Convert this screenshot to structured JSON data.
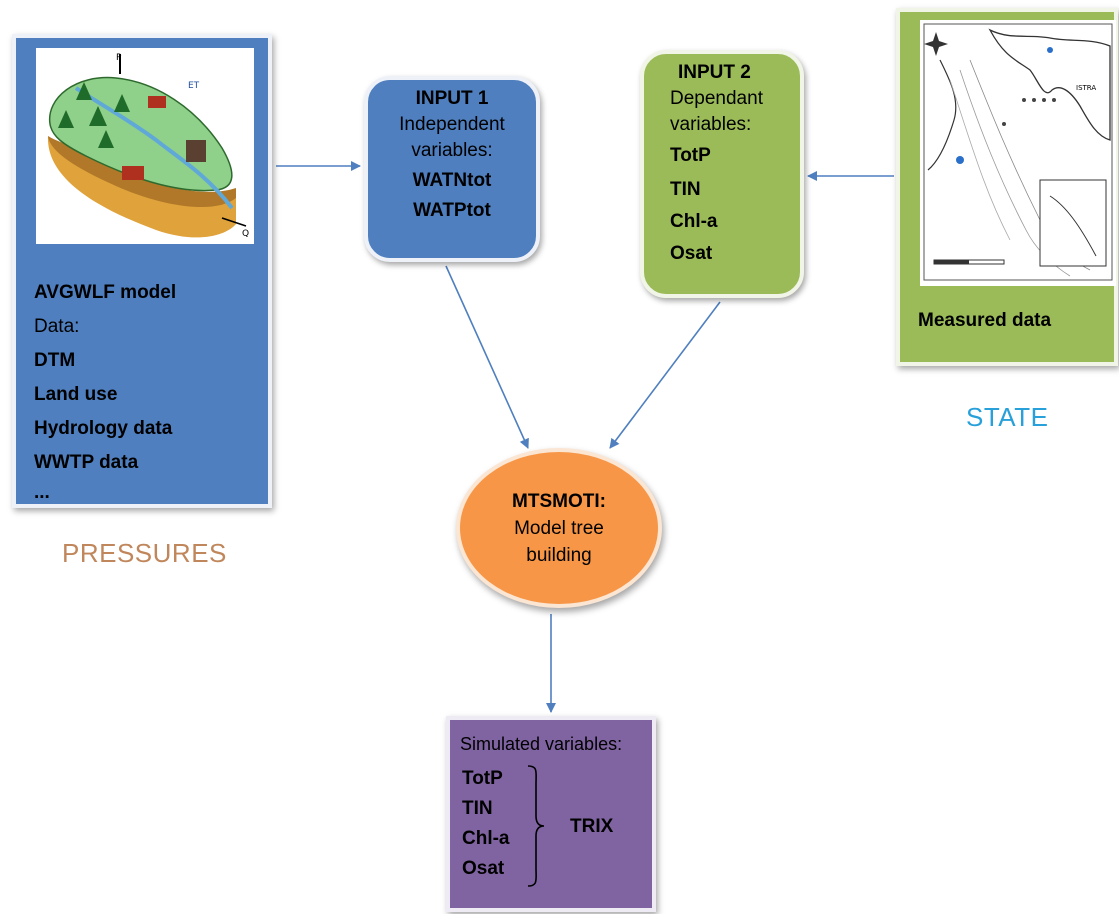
{
  "pressures_box": {
    "title": "AVGWLF model",
    "data_label": "Data:",
    "items": [
      "DTM",
      "Land use",
      "Hydrology data",
      "WWTP data",
      "..."
    ],
    "illustration_labels": [
      "P",
      "ET",
      "Q"
    ],
    "color": "#4f7fbf"
  },
  "input1": {
    "title": "INPUT 1",
    "line1": "Independent",
    "line2": "variables:",
    "vars": [
      "WATNtot",
      "WATPtot"
    ],
    "color": "#4f7fbf"
  },
  "input2": {
    "title": "INPUT 2",
    "line1": "Dependant",
    "line2": "variables:",
    "vars": [
      "TotP",
      "TIN",
      "Chl-a",
      "Osat"
    ],
    "color": "#9bbb59"
  },
  "measured": {
    "label": "Measured data",
    "map_labels": [
      "ISTRA"
    ],
    "color": "#9bbb59"
  },
  "model": {
    "title": "MTSMOTI:",
    "line1": "Model tree",
    "line2": "building",
    "color": "#f79646"
  },
  "simulated": {
    "title": "Simulated variables:",
    "vars": [
      "TotP",
      "TIN",
      "Chl-a",
      "Osat"
    ],
    "index": "TRIX",
    "color": "#8064a2"
  },
  "labels": {
    "pressures": "PRESSURES",
    "state": "STATE"
  },
  "arrow_color": "#4f7fbf"
}
